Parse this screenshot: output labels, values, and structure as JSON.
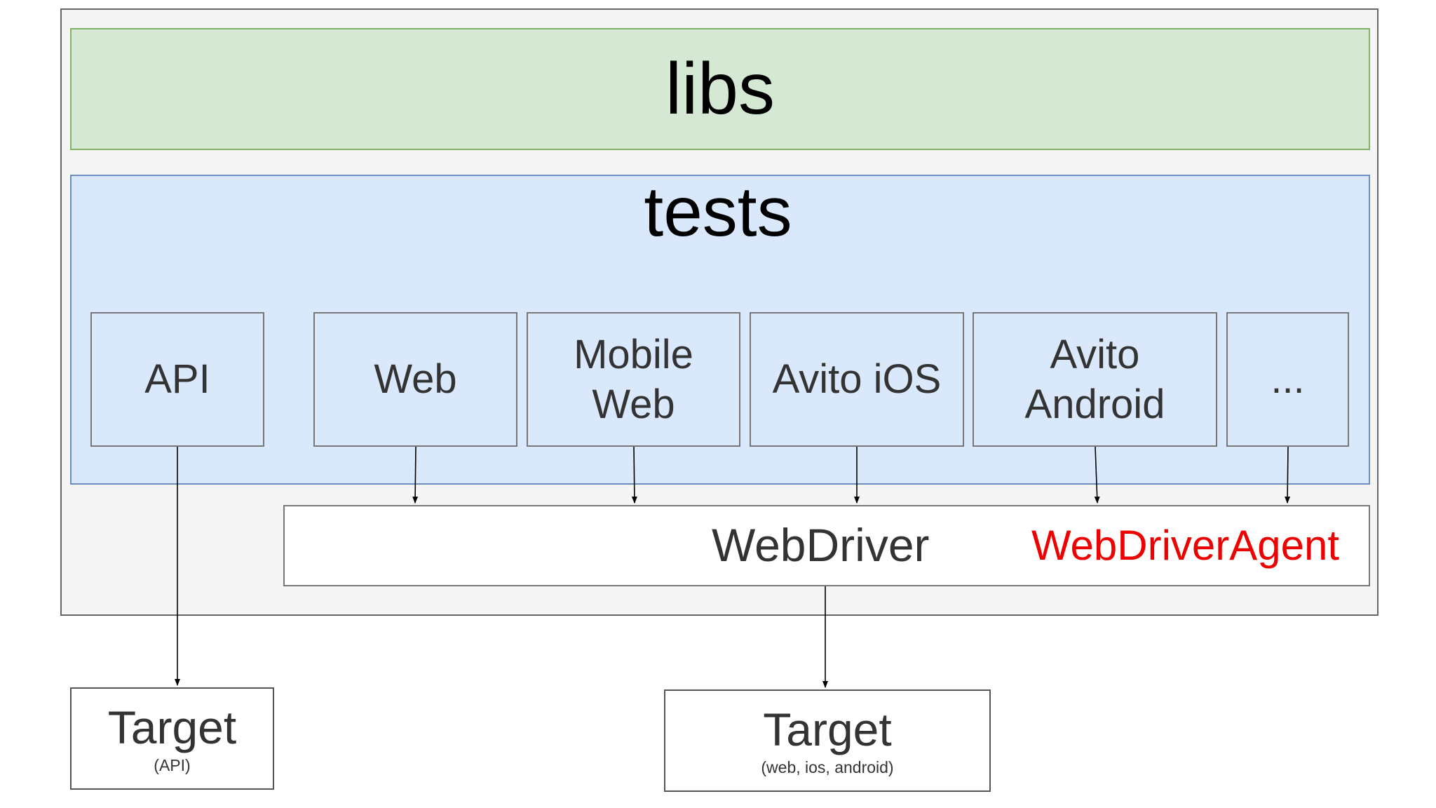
{
  "libs": {
    "label": "libs"
  },
  "tests": {
    "label": "tests",
    "boxes": [
      {
        "label": "API"
      },
      {
        "label": "Web"
      },
      {
        "label": "Mobile\nWeb"
      },
      {
        "label": "Avito iOS"
      },
      {
        "label": "Avito\nAndroid"
      },
      {
        "label": "..."
      }
    ]
  },
  "driver": {
    "webdriver_label": "WebDriver",
    "agent_label": "WebDriverAgent",
    "agent_color": "#ee0000"
  },
  "targets": [
    {
      "label": "Target",
      "sublabel": "(API)"
    },
    {
      "label": "Target",
      "sublabel": "(web, ios, android)"
    }
  ]
}
